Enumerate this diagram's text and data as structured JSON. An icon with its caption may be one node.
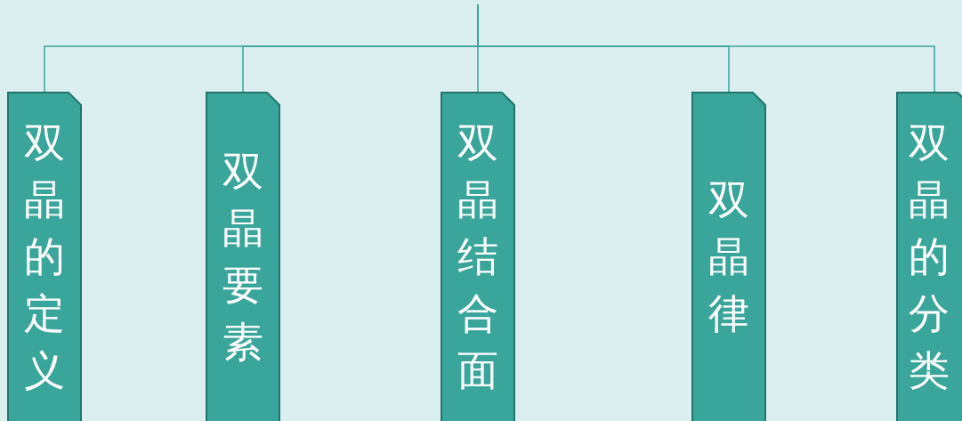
{
  "diagram": {
    "nodes": [
      {
        "text": [
          "双晶的定义"
        ]
      },
      {
        "text": [
          "双晶要素"
        ]
      },
      {
        "text": [
          "双晶结合面"
        ]
      },
      {
        "text": [
          "双晶律"
        ]
      },
      {
        "text": [
          "双晶的分类"
        ]
      }
    ],
    "edges": [
      {
        "from": null,
        "to": 0,
        "arrow": "none"
      },
      {
        "from": null,
        "to": 1,
        "arrow": "none"
      },
      {
        "from": null,
        "to": 2,
        "arrow": "none"
      },
      {
        "from": null,
        "to": 3,
        "arrow": "none"
      },
      {
        "from": null,
        "to": 4,
        "arrow": "none"
      }
    ]
  }
}
